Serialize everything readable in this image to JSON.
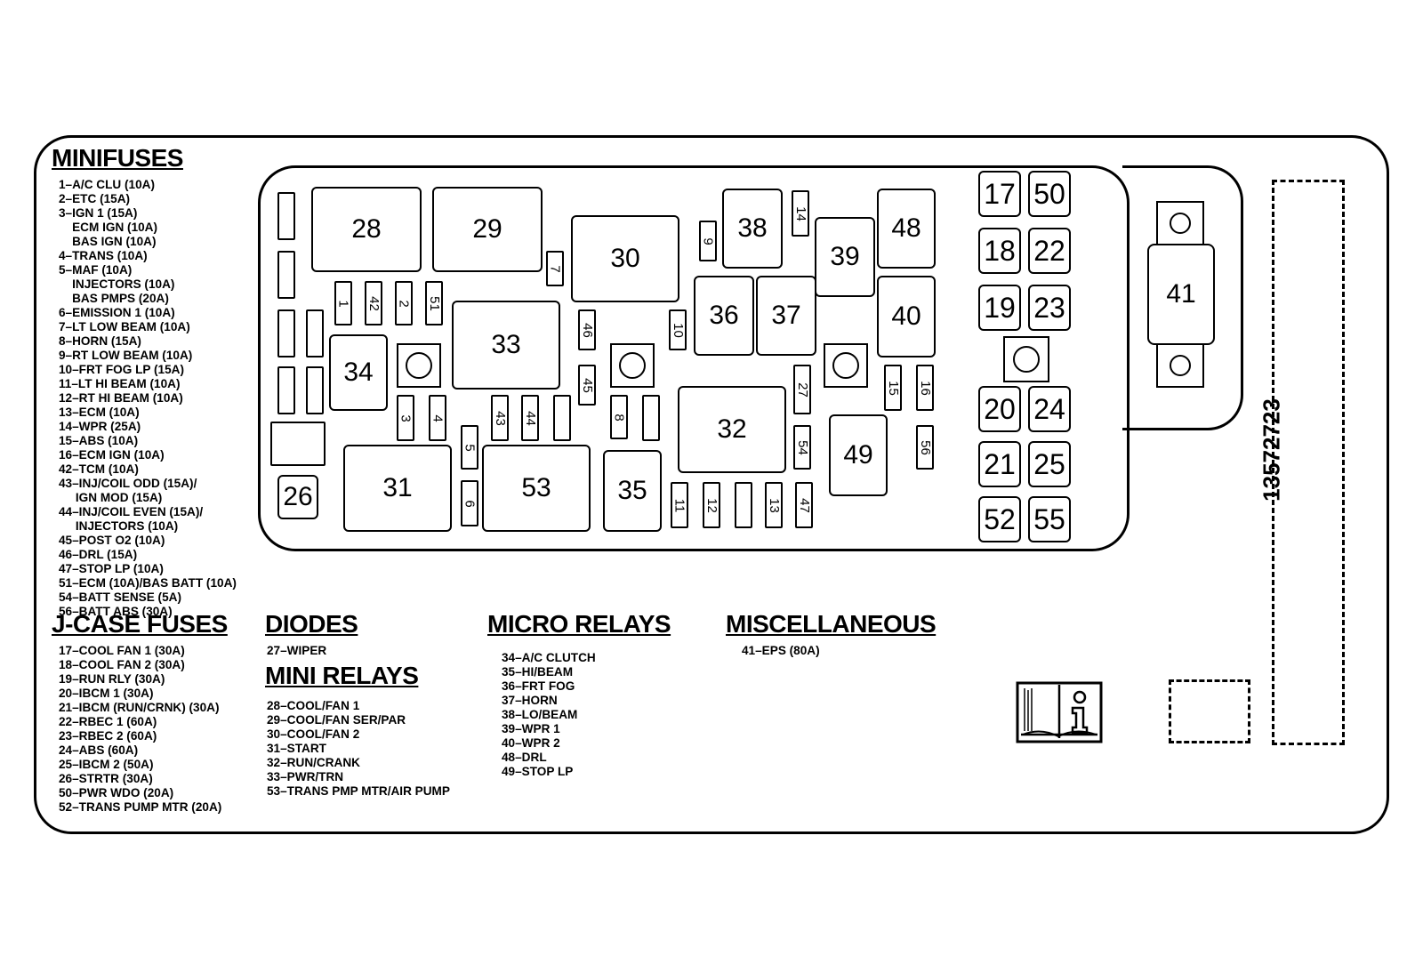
{
  "headings": {
    "minifuses": "MINIFUSES",
    "jcase": "J-CASE FUSES",
    "diodes": "DIODES",
    "mini_relays": "MINI RELAYS",
    "micro_relays": "MICRO RELAYS",
    "misc": "MISCELLANEOUS"
  },
  "minifuses": [
    "1–A/C CLU (10A)",
    "2–ETC (15A)",
    "3–IGN 1 (15A)",
    "    ECM IGN (10A)",
    "    BAS IGN (10A)",
    "4–TRANS (10A)",
    "5–MAF (10A)",
    "    INJECTORS (10A)",
    "    BAS PMPS (20A)",
    "6–EMISSION 1 (10A)",
    "7–LT LOW BEAM (10A)",
    "8–HORN (15A)",
    "9–RT LOW BEAM (10A)",
    "10–FRT FOG LP (15A)",
    "11–LT HI BEAM (10A)",
    "12–RT HI BEAM (10A)",
    "13–ECM (10A)",
    "14–WPR (25A)",
    "15–ABS (10A)",
    "16–ECM IGN (10A)",
    "42–TCM (10A)",
    "43–INJ/COIL ODD (15A)/",
    "     IGN MOD (15A)",
    "44–INJ/COIL EVEN (15A)/",
    "     INJECTORS (10A)",
    "45–POST O2 (10A)",
    "46–DRL (15A)",
    "47–STOP LP (10A)",
    "51–ECM (10A)/BAS BATT (10A)",
    "54–BATT SENSE (5A)",
    "56–BATT ABS (30A)"
  ],
  "jcase_fuses": [
    "17–COOL FAN 1 (30A)",
    "18–COOL FAN 2 (30A)",
    "19–RUN RLY (30A)",
    "20–IBCM 1 (30A)",
    "21–IBCM (RUN/CRNK) (30A)",
    "22–RBEC 1 (60A)",
    "23–RBEC 2 (60A)",
    "24–ABS (60A)",
    "25–IBCM 2 (50A)",
    "26–STRTR (30A)",
    "50–PWR WDO (20A)",
    "52–TRANS PUMP MTR (20A)"
  ],
  "diodes": [
    "27–WIPER"
  ],
  "mini_relays": [
    "28–COOL/FAN 1",
    "29–COOL/FAN SER/PAR",
    "30–COOL/FAN 2",
    "31–START",
    "32–RUN/CRANK",
    "33–PWR/TRN",
    "53–TRANS PMP MTR/AIR PUMP"
  ],
  "micro_relays": [
    "34–A/C CLUTCH",
    "35–HI/BEAM",
    "36–FRT FOG",
    "37–HORN",
    "38–LO/BEAM",
    "39–WPR 1",
    "40–WPR 2",
    "48–DRL",
    "49–STOP LP"
  ],
  "miscellaneous": [
    "41–EPS (80A)"
  ],
  "part_number": "13572723",
  "manual_icon": "owner-manual-info-icon",
  "block_labels": {
    "relay_28": "28",
    "relay_29": "29",
    "relay_30": "30",
    "relay_31": "31",
    "relay_32": "32",
    "relay_33": "33",
    "relay_53": "53",
    "relay_34": "34",
    "relay_35": "35",
    "relay_36": "36",
    "relay_37": "37",
    "relay_38": "38",
    "relay_39": "39",
    "relay_40": "40",
    "relay_48": "48",
    "relay_49": "49",
    "jcase_26": "26",
    "jcase_17": "17",
    "jcase_50": "50",
    "jcase_18": "18",
    "jcase_22": "22",
    "jcase_19": "19",
    "jcase_23": "23",
    "jcase_20": "20",
    "jcase_24": "24",
    "jcase_21": "21",
    "jcase_25": "25",
    "jcase_52": "52",
    "jcase_55": "55",
    "misc_41": "41",
    "fuse_1": "1",
    "fuse_42": "42",
    "fuse_2": "2",
    "fuse_51": "51",
    "fuse_7": "7",
    "fuse_9": "9",
    "fuse_14": "14",
    "fuse_46": "46",
    "fuse_10": "10",
    "fuse_45": "45",
    "fuse_3": "3",
    "fuse_4": "4",
    "fuse_43": "43",
    "fuse_44": "44",
    "fuse_8": "8",
    "fuse_27": "27",
    "fuse_15": "15",
    "fuse_16": "16",
    "fuse_5": "5",
    "fuse_6": "6",
    "fuse_54": "54",
    "fuse_56": "56",
    "fuse_11": "11",
    "fuse_12": "12",
    "fuse_13": "13",
    "fuse_47": "47"
  }
}
